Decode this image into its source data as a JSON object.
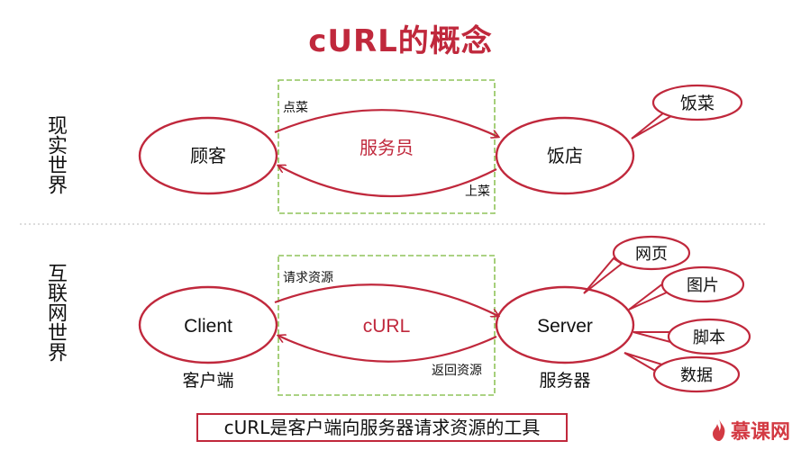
{
  "title": "cURL的概念",
  "sections": {
    "real_world": "现实世界",
    "internet_world": "互联网世界"
  },
  "real": {
    "left_node": "顾客",
    "right_node": "饭店",
    "middle": "服务员",
    "top_label": "点菜",
    "bottom_label": "上菜",
    "bubbles": [
      "饭菜"
    ]
  },
  "internet": {
    "left_node": "Client",
    "right_node": "Server",
    "middle": "cURL",
    "top_label": "请求资源",
    "bottom_label": "返回资源",
    "left_caption": "客户端",
    "right_caption": "服务器",
    "bubbles": [
      "网页",
      "图片",
      "脚本",
      "数据"
    ]
  },
  "summary": "cURL是客户端向服务器请求资源的工具",
  "brand": "慕课网",
  "colors": {
    "accent": "#c0283c",
    "dashed_box": "#8fc35a",
    "divider": "#c8c8c8"
  }
}
